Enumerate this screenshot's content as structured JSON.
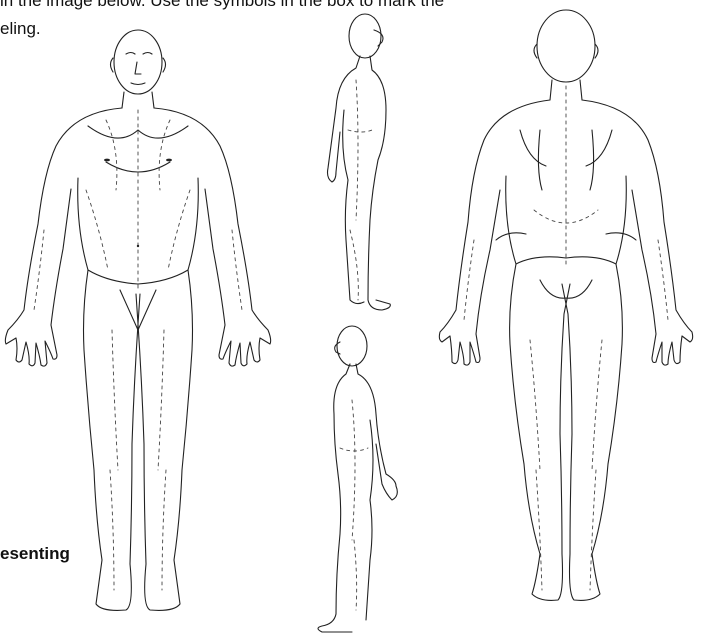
{
  "text": {
    "line1": "in the image below. Use the symbols in the box to mark the",
    "line2": "eling.",
    "heading": "esenting"
  }
}
